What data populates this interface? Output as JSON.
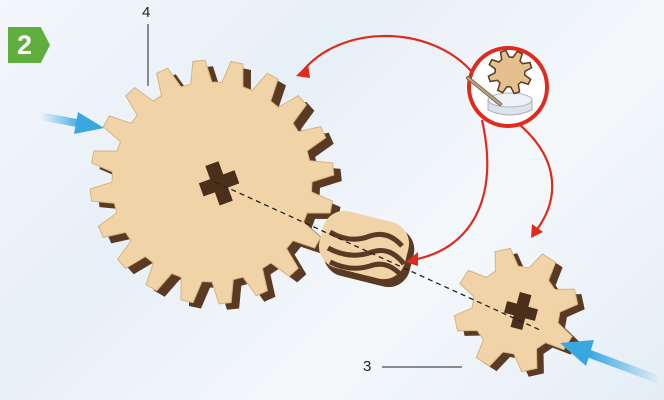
{
  "step": {
    "number": "2"
  },
  "callouts": {
    "part_a": "4",
    "part_b": "3"
  },
  "colors": {
    "step_badge": "#5fae3e",
    "wood_face": "#f0d4a8",
    "wood_edge": "#5a3a22",
    "red_arrow": "#e02a1e",
    "blue_arrow": "#3aa7e0"
  },
  "icons": [
    "glue-pot-icon",
    "glue-stick-icon"
  ]
}
